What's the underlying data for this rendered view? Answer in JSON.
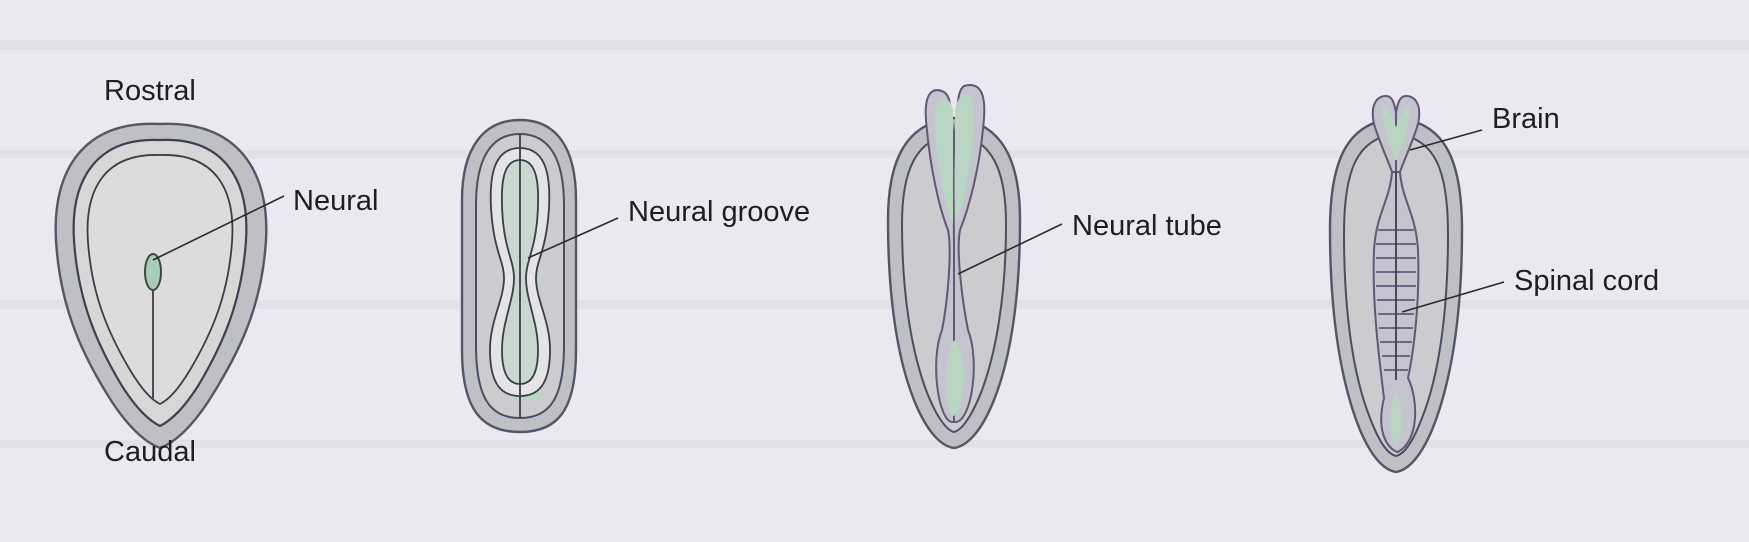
{
  "labels": {
    "rostral": "Rostral",
    "caudal": "Caudal",
    "neural": "Neural",
    "neural_groove": "Neural groove",
    "neural_tube": "Neural tube",
    "brain": "Brain",
    "spinal_cord": "Spinal cord"
  },
  "colors": {
    "background": "#ebe8f1",
    "tissue_outer": "#bfbfc6",
    "tissue_inner": "#d7d7d8",
    "neural_green": "#b9d6c3",
    "outline": "#3f4050"
  }
}
